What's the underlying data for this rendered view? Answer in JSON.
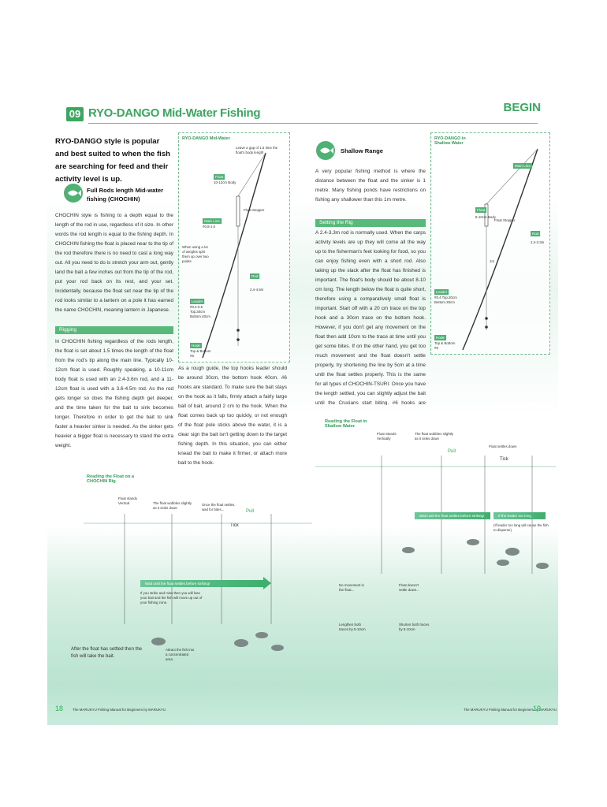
{
  "header": {
    "section_number": "09",
    "title": "RYO-DANGO Mid-Water Fishing",
    "begin_label": "BEGIN"
  },
  "intro": "RYO-DANGO style is popular and best suited to when the fish are searching for feed and their activity level is up.",
  "chochin": {
    "heading": "Full Rods length Mid-water fishing (CHOCHIN)",
    "body": "CHOCHIN style is fishing to a depth equal to the length of the rod in use, regardless of it size. In other words the rod length is equal to the fishing depth. In CHOCHIN fishing the float is placed near to the tip of the rod therefore there is no need to cast a long way out. All you need to do is stretch your arm out, gently land the bait a few inches out from the tip of the rod, put your rod back on its rest, and your set. Incidentally, because the float set near the tip of the rod looks similar to a lantern on a pole it has earned the name CHOCHIN, meaning lantern in Japanese.",
    "rigging_title": "Rigging",
    "rigging_body": "In CHOCHIN fishing regardless of the rods length, the float is set about 1.5 times the length of the float from the rod's tip along the main line. Typically 10-12cm float is used. Roughly speaking, a 10-11cm body float is used with an 2.4-3.6m rod, and a 11-12cm float is used with a 3.6-4.5m rod. As the rod gets longer so does the fishing depth get deeper, and the time taken for the bait to sink becomes longer. Therefore in order to get the bait to sink faster a heavier sinker is needed. As the sinker gets heavier a bigger float is necessary to stand the extra weight."
  },
  "rig_diagram": {
    "title": "RYO-DANGO Mid-Water",
    "gap_note": "Leave a gap of 1.5 time the float's body length",
    "float_tag": "Float",
    "float_note": "10-12cm Body",
    "float_stopper": "Float Stopper",
    "main_line_tag": "Main Line",
    "main_line_note": "#0.8-1.0",
    "weights_note": "When using a lot of weights split them up over two points",
    "rod_tag": "Rod",
    "rod_note": "2.4-4.5m",
    "leader_tag": "Leader",
    "leader_note": "#0.4-0.5 Top.30cm Bottom.40cm",
    "hook_tag": "Hook",
    "hook_note": "Top & Bottom #6"
  },
  "middle_text": "As a rough guide, the top hooks leader should be around 30cm, the bottom hook 40cm. #6 hooks are standard. To make sure the bait stays on the hook as it falls, firmly attach a fairly large ball of bait, around 2 cm to the hook. When the float comes back up too quickly, or not enough of the float pole sticks above the water, it is a clear sign the bait isn't getting down to the target fishing depth. In this situation, you can either knead the bait to make it firmer, or attach more bait to the hook.",
  "shallow": {
    "heading": "Shallow Range",
    "body": "A very popular fishing method is where the distance between the float and the sinker is 1 metre. Many fishing ponds have restrictions on fishing any shallower than this 1m metre.",
    "setting_title": "Setting the Rig",
    "setting_body": "A 2.4-3.3m rod is normally used. When the carps activity levels are up they will come all the way up to the fisherman's feet looking for food, so you can enjoy fishing even with a short rod. Also taking up the slack after the float has finished is important. The float's body should be about 8-10 cm long. The length below the float is quite short, therefore using a comparatively small float is important. Start off with a 20 cm trace on the top hook and a 30cm trace on the bottom hook. However, if you don't get any movement on the float then add 10cm to the trace at time until you get some bites. If on the other hand, you get too much movement and the float doesn't settle properly, try shortening the line by 5cm at a time until the float settles properly. This is the same for all types of CHOCHIN-TSURI. Once you have the length settled, you can slightly adjust the bait until the Crucians start biting. #6 hooks are typically used."
  },
  "shallow_diagram": {
    "title": "RYO-DANGO in Shallow Water",
    "main_line_tag": "Main Line",
    "float_tag": "Float",
    "float_note": "8-10cm Body",
    "float_stopper": "Float Stopper",
    "rod_tag": "Rod",
    "rod_note": "2.4-3.3m",
    "depth_note": "1m",
    "leader_tag": "Leader",
    "leader_note": "#0.4 Top.20cm Bottom.30cm",
    "hook_tag": "Hook",
    "hook_note": "Top & Bottom #6"
  },
  "reading_chochin": {
    "title": "Reading the Float on a CHOCHIN Rig",
    "stands": "Float stands Vertical",
    "wobbles": "The float wobbles slightly as it sinks down",
    "settles": "Once the float settles, wait for bites...",
    "pull": "Pull",
    "tick": "Tick",
    "arrow_label": "Wait until the float settles before striking!",
    "strike_note": "If you strike and miss then you will lose your bait and the fish will move up out of your fishing zone.",
    "after_note": "After the float has settled then the fish will take the bait.",
    "attract_note": "Attract the fish into a concentrated area."
  },
  "reading_shallow": {
    "title": "Reading the Float in Shallow Water",
    "stands": "Float Stands Vertically",
    "wobbles": "The float wobbles slightly as it sinks down",
    "settles": "Float settles down",
    "pull": "Pull",
    "tick": "Tick",
    "arrow_label": "Wait until the float settles before striking!",
    "arrow_label2": "If the leader too long",
    "long_note": "(If leader too long will cause the fish to disperse)",
    "no_movement": "No movement in the float...",
    "doesnt_settle": "Float doesn't settle down...",
    "lengthen": "Lengthen both traces by 5-10cm",
    "shorten": "Shorten both traces by 5-10cm"
  },
  "footer": {
    "left_page": "18",
    "right_page": "19",
    "credit": "The MARUKYU Fishing Manual for Beginners  by MARUKYU"
  }
}
